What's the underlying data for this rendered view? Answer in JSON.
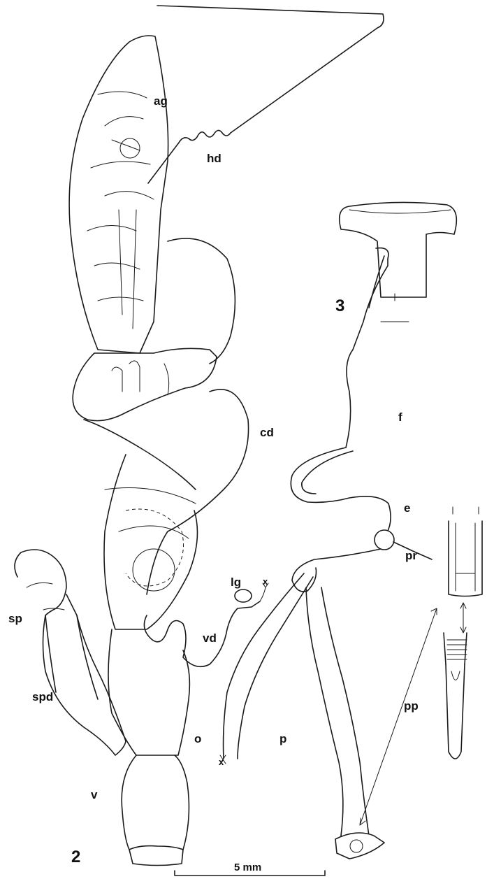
{
  "figure_numbers": {
    "main": "2",
    "inset": "3"
  },
  "labels": {
    "ag": "ag",
    "hd": "hd",
    "cd": "cd",
    "sp": "sp",
    "spd": "spd",
    "v": "v",
    "o": "o",
    "lg": "lg",
    "vd": "vd",
    "p": "p",
    "f": "f",
    "e": "e",
    "pr": "pr",
    "pp": "pp"
  },
  "markers": {
    "cut_top": "x",
    "cut_bottom": "x"
  },
  "scale_bar": {
    "label": "5 mm"
  }
}
